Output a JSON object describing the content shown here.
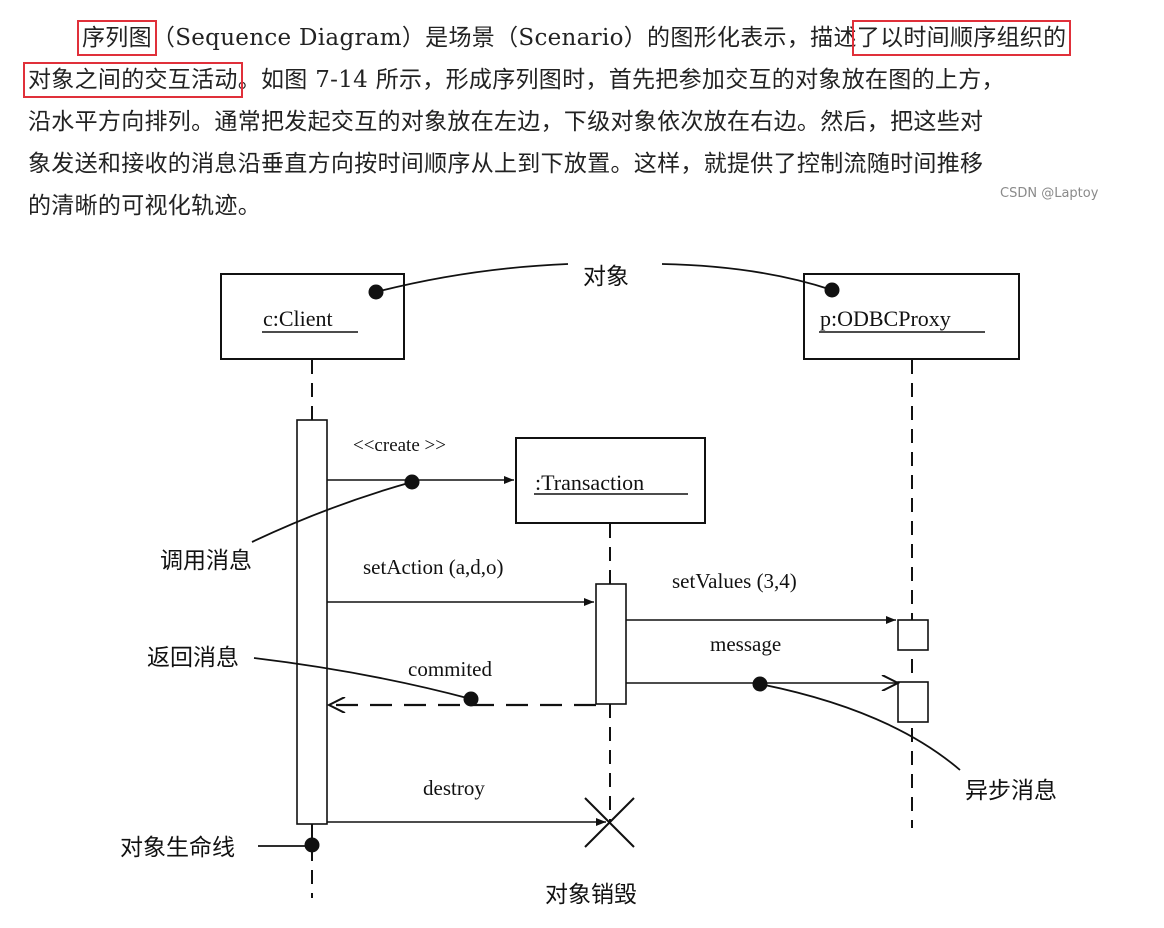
{
  "paragraph": {
    "line1_a": "序列图",
    "line1_b": "（Sequence Diagram）是场景（Scenario）的图形化表示，描述",
    "line1_c": "了以时间顺序组织的",
    "line2_a": "对象之间的交互活动",
    "line2_b": "。如图 7-14 所示，形成序列图时，首先把参加交互的对象放在图的上方，",
    "line3": "沿水平方向排列。通常把发起交互的对象放在左边，下级对象依次放在右边。然后，把这些对",
    "line4": "象发送和接收的消息沿垂直方向按时间顺序从上到下放置。这样，就提供了控制流随时间推移",
    "line5": "的清晰的可视化轨迹。"
  },
  "watermark": "CSDN @Laptoy",
  "highlight_color": "#e0303a",
  "diagram": {
    "objects": {
      "client": "c:Client",
      "proxy": "p:ODBCProxy",
      "transaction": ":Transaction"
    },
    "messages": {
      "create": "<<create >>",
      "set_action": "setAction  (a,d,o)",
      "set_values": "setValues  (3,4)",
      "message": "message",
      "commited": "commited",
      "destroy": "destroy"
    },
    "callouts": {
      "object": "对象",
      "call_message": "调用消息",
      "return_message": "返回消息",
      "async_message": "异步消息",
      "lifeline": "对象生命线",
      "destruction": "对象销毁"
    }
  }
}
